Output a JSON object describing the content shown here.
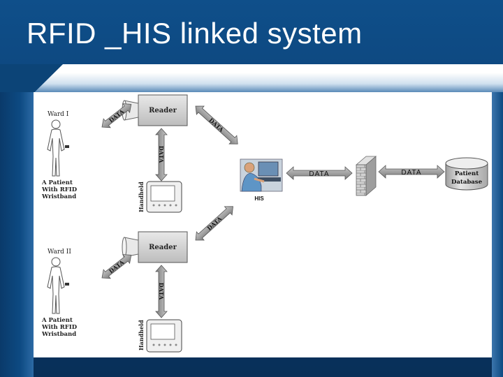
{
  "slide": {
    "title": "RFID _HIS linked system"
  },
  "diagram": {
    "ward1": {
      "label": "Ward I",
      "patient_line1": "A Patient",
      "patient_line2": "With RFID",
      "patient_line3": "Wristband"
    },
    "ward2": {
      "label": "Ward II",
      "patient_line1": "A Patient",
      "patient_line2": "With RFID",
      "patient_line3": "Wristband"
    },
    "reader_label": "Reader",
    "handheld_label": "Handheld",
    "data_label": "DATA",
    "his_label": "HIS",
    "database_line1": "Patient",
    "database_line2": "Database"
  },
  "colors": {
    "background": "#0b3f73",
    "reader_box": "#d9d9d9",
    "arrow_fill": "#9a9a9a",
    "wall": "#c9c9c9",
    "database": "#d6d6d6"
  }
}
